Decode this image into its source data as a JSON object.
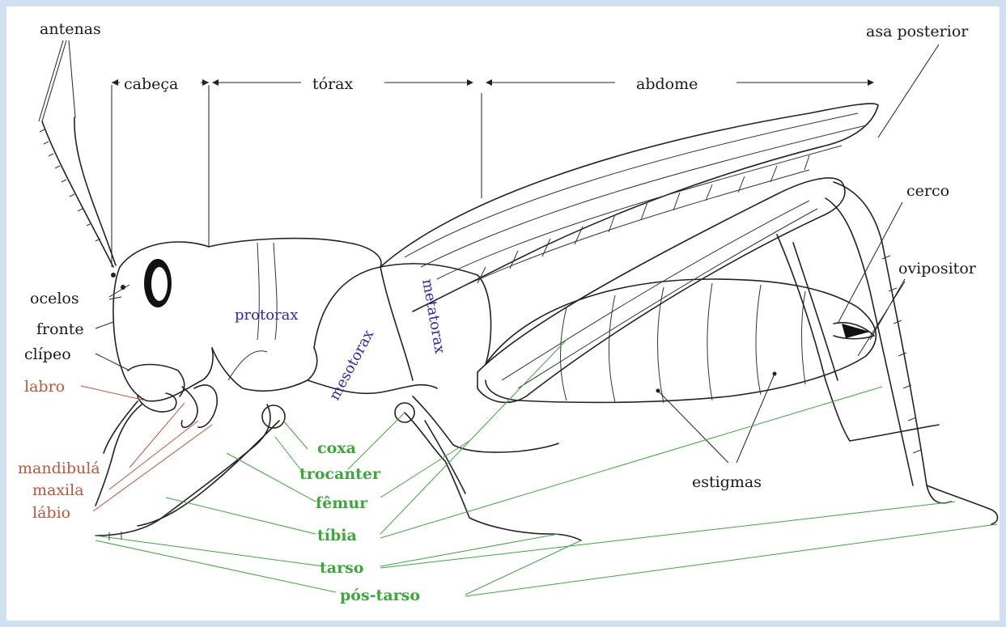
{
  "labels": {
    "antenas": "antenas",
    "cabeca": "cabeça",
    "torax": "tórax",
    "abdome": "abdome",
    "asa_posterior": "asa posterior",
    "cerco": "cerco",
    "ovipositor": "ovipositor",
    "ocelos": "ocelos",
    "fronte": "fronte",
    "clipeo": "clípeo",
    "labro": "labro",
    "mandibula": "mandibulá",
    "maxila": "maxila",
    "labio": "lábio",
    "protorax": "protorax",
    "mesotorax": "mesotorax",
    "metatorax": "metatorax",
    "estigmas": "estigmas",
    "coxa": "coxa",
    "trocanter": "trocanter",
    "femur": "fêmur",
    "tibia": "tíbia",
    "tarso": "tarso",
    "pos_tarso": "pós-tarso"
  },
  "colors": {
    "background": "#cfe0f3",
    "panel": "#ffffff",
    "ink": "#1a1a1a",
    "blue_labels": "#2a2ab0",
    "red_labels": "#c0553a",
    "green_labels": "#3aa83a"
  }
}
